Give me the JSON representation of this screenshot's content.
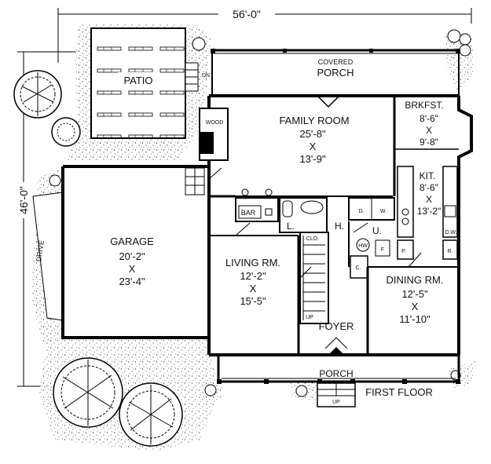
{
  "dimensions": {
    "width": "56'-0\"",
    "depth": "46'-0\""
  },
  "rooms": {
    "patio": {
      "name": "PATIO"
    },
    "covered_porch": {
      "line1": "COVERED",
      "line2": "PORCH"
    },
    "family_room": {
      "name": "FAMILY ROOM",
      "w": "25'-8\"",
      "x": "X",
      "d": "13'-9\""
    },
    "breakfast": {
      "name": "BRKFST.",
      "w": "8'-6\"",
      "x": "X",
      "d": "9'-8\""
    },
    "kitchen": {
      "name": "KIT.",
      "w": "8'-6\"",
      "x": "X",
      "d": "13'-2\""
    },
    "garage": {
      "name": "GARAGE",
      "w": "20'-2\"",
      "x": "X",
      "d": "23'-4\""
    },
    "living_room": {
      "name": "LIVING RM.",
      "w": "12'-2\"",
      "x": "X",
      "d": "15'-5\""
    },
    "dining_room": {
      "name": "DINING RM.",
      "w": "12'-5\"",
      "x": "X",
      "d": "11'-10\""
    },
    "foyer": {
      "name": "FOYER"
    },
    "porch": {
      "name": "PORCH"
    }
  },
  "small_labels": {
    "wood": "WOOD",
    "bar": "BAR",
    "laundry": "L.",
    "hall": "H.",
    "utility": "U.",
    "closet": "CLO.",
    "dryer_washer_d": "D.",
    "dryer_washer_w": "W.",
    "water_heater": "HW",
    "furnace": "F",
    "pantry": "P.",
    "dishwasher": "D.W.",
    "refrigerator": "R.",
    "closet_c": "C.",
    "down": "DN",
    "up_stair": "UP",
    "up_porch": "UP",
    "drive": "DRIVE"
  },
  "floor_label": "FIRST FLOOR"
}
